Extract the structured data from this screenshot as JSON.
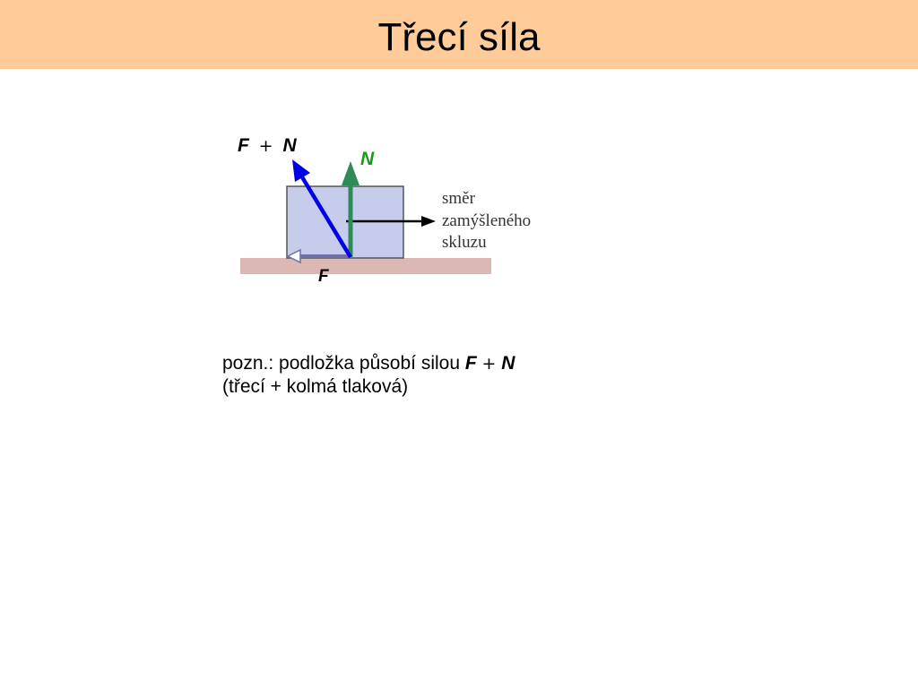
{
  "slide": {
    "title": "Třecí síla"
  },
  "diagram": {
    "label_sum_f": "F",
    "label_sum_plus": "+",
    "label_sum_n": "N",
    "label_normal": "N",
    "label_friction": "F",
    "direction_text": [
      "směr",
      "zamýšleného",
      "skluzu"
    ],
    "colors": {
      "surface": "#dbb8b4",
      "block_fill": "#c6ccec",
      "block_stroke": "#555555",
      "resultant": "#0000e6",
      "normal": "#2e8b57",
      "normal_label": "#1a9a1a",
      "friction": "#6f6fa8"
    }
  },
  "note": {
    "prefix": "pozn.: podložka působí silou",
    "f": "F",
    "plus": "+",
    "n": "N",
    "line2": "(třecí + kolmá tlaková)"
  }
}
